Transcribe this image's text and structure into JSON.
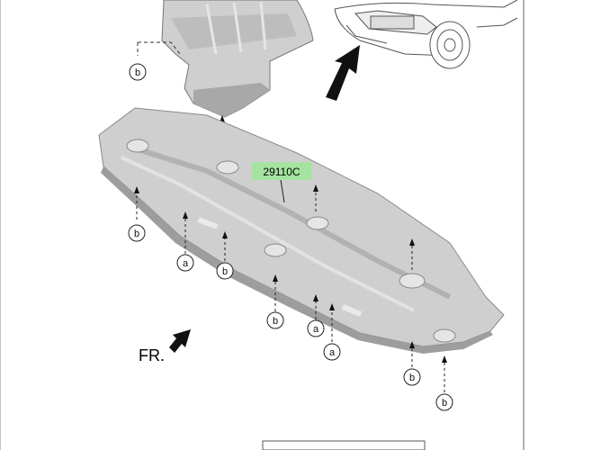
{
  "diagram": {
    "part_number": "29110C",
    "front_indicator": "FR.",
    "callouts": [
      {
        "id": "b1",
        "letter": "b"
      },
      {
        "id": "b2",
        "letter": "b"
      },
      {
        "id": "a1",
        "letter": "a"
      },
      {
        "id": "b3",
        "letter": "b"
      },
      {
        "id": "b4",
        "letter": "b"
      },
      {
        "id": "a2",
        "letter": "a"
      },
      {
        "id": "a3",
        "letter": "a"
      },
      {
        "id": "b5",
        "letter": "b"
      },
      {
        "id": "b6",
        "letter": "b"
      }
    ]
  },
  "colors": {
    "part_fill": "#cfcfcf",
    "part_shadow": "#9d9d9d",
    "label_highlight": "#a6e3a0",
    "line": "#222222"
  }
}
